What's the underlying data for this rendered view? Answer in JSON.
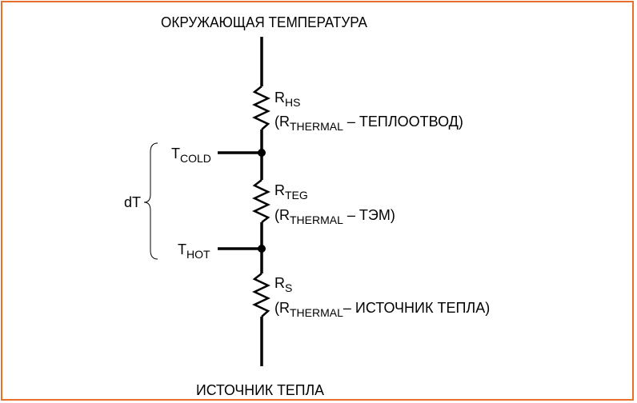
{
  "top_label": "ОКРУЖАЮЩАЯ ТЕМПЕРАТУРА",
  "bottom_label": "ИСТОЧНИК ТЕПЛА",
  "delta_label": "dT",
  "nodes": {
    "cold": {
      "main": "T",
      "sub": "COLD"
    },
    "hot": {
      "main": "T",
      "sub": "HOT"
    }
  },
  "resistors": [
    {
      "name_main": "R",
      "name_sub": "HS",
      "desc_open": "(R",
      "desc_sub": "THERMAL",
      "desc_rest": " – ТЕПЛООТВОД)"
    },
    {
      "name_main": "R",
      "name_sub": "TEG",
      "desc_open": "(R",
      "desc_sub": "THERMAL",
      "desc_rest": " – ТЭМ)"
    },
    {
      "name_main": "R",
      "name_sub": "S",
      "desc_open": "(R",
      "desc_sub": "THERMAL",
      "desc_rest": "– ИСТОЧНИК ТЕПЛА)"
    }
  ],
  "colors": {
    "border": "#e8702a",
    "ink": "#000000"
  }
}
